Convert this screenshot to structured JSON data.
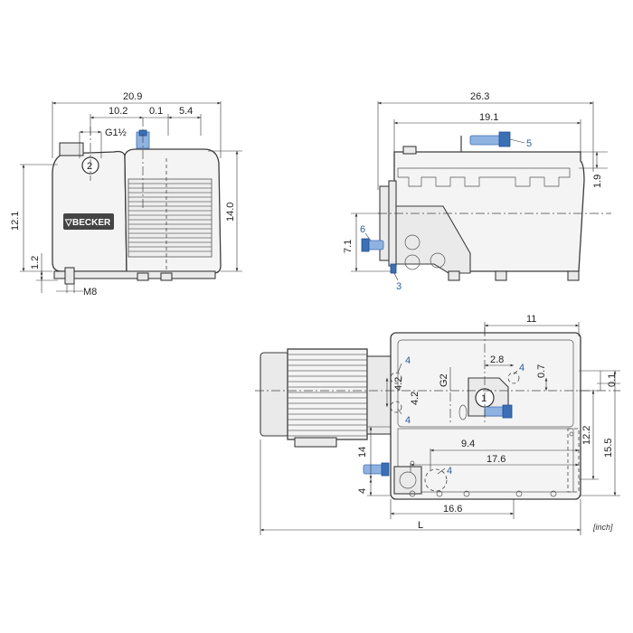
{
  "views": {
    "front": {
      "dims": {
        "overall_width": "20.9",
        "port_offset": "10.2",
        "center_offset": "0.1",
        "right_offset": "5.4",
        "thread": "G1½",
        "left_height": "12.1",
        "right_height": "14.0",
        "foot_height": "1.2",
        "bolt": "M8"
      },
      "callout": "2",
      "brand": "BECKER"
    },
    "side": {
      "dims": {
        "overall_length": "26.3",
        "top_length": "19.1",
        "top_offset": "1.9",
        "height": "7.1"
      },
      "callouts": [
        "5",
        "6",
        "3"
      ]
    },
    "top": {
      "dims": {
        "width_right": "11",
        "offset_x": "2.8",
        "offset_y": "0.7",
        "port_right": "0.1",
        "g2": "G2",
        "v_a": "4.2",
        "v_b": "4.2",
        "x_9_4": "9.4",
        "x_17_6": "17.6",
        "h_12_2": "12.2",
        "h_15_5": "15.5",
        "left_14": "14",
        "left_4": "4",
        "base_16_6": "16.6",
        "overall_L": "L"
      },
      "callouts": [
        "4",
        "4",
        "4",
        "4",
        "1"
      ]
    }
  },
  "unit_label": "[inch]"
}
